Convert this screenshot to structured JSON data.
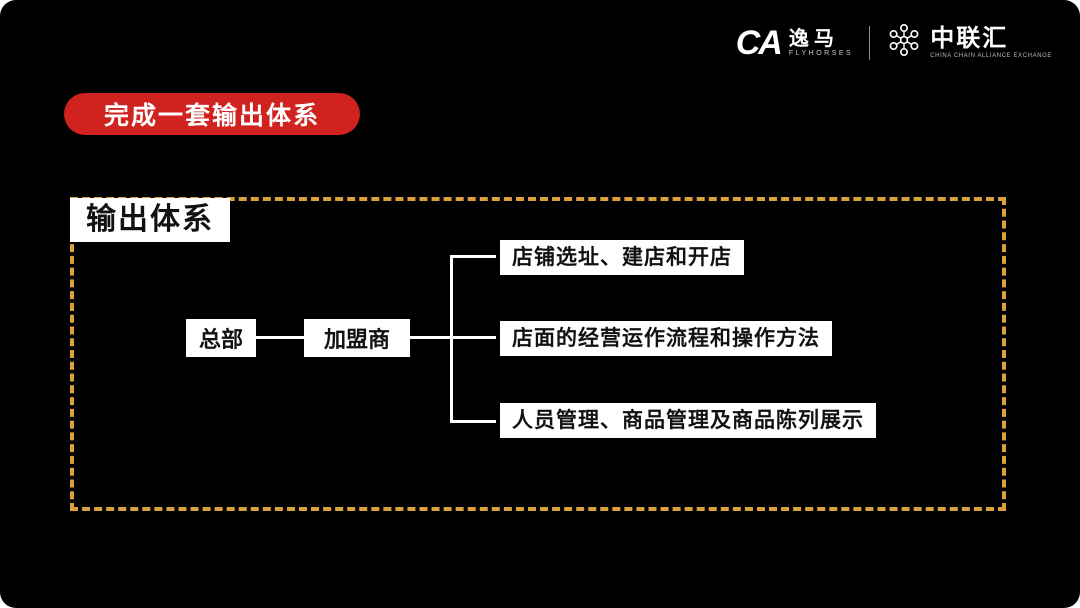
{
  "header": {
    "badge_label": "完成一套输出体系",
    "logos": {
      "flyhorses": {
        "mark": "CA",
        "name": "逸马",
        "subtitle": "FLYHORSES"
      },
      "alliance": {
        "name": "中联汇",
        "subtitle": "CHINA CHAIN ALLIANCE EXCHANGE"
      }
    }
  },
  "diagram": {
    "title": "输出体系",
    "root_label": "总部",
    "franchisee_label": "加盟商",
    "outputs": [
      "店铺选址、建店和开店",
      "店面的经营运作流程和操作方法",
      "人员管理、商品管理及商品陈列展示"
    ]
  },
  "colors": {
    "background": "#000000",
    "badge": "#d0221f",
    "dashed_border": "#d9a23c",
    "node_background": "#ffffff",
    "node_text": "#111111",
    "connector": "#ffffff"
  }
}
